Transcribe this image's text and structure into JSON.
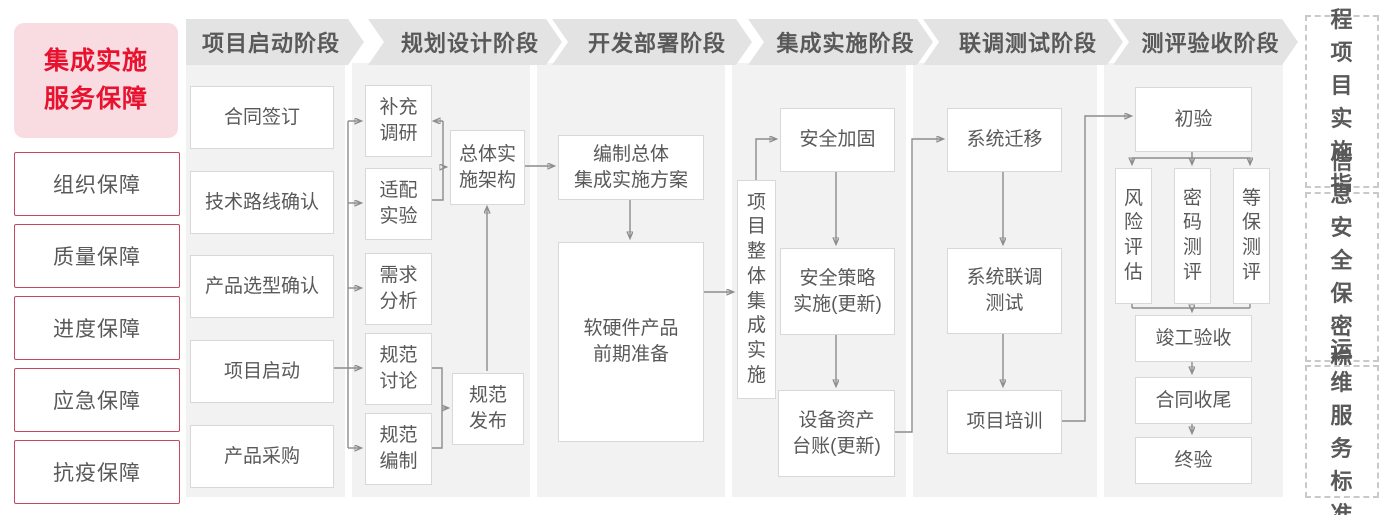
{
  "sidebar_left": {
    "title": "集成实施\n服务保障",
    "items": [
      "组织保障",
      "质量保障",
      "进度保障",
      "应急保障",
      "抗疫保障"
    ]
  },
  "phases": [
    "项目启动阶段",
    "规划设计阶段",
    "开发部署阶段",
    "集成实施阶段",
    "联调测试阶段",
    "测评验收阶段"
  ],
  "flow": {
    "p1": [
      "合同签订",
      "技术路线确认",
      "产品选型确认",
      "项目启动",
      "产品采购"
    ],
    "p2": {
      "side": [
        "补充\n调研",
        "适配\n实验",
        "需求\n分析",
        "规范\n讨论",
        "规范\n编制"
      ],
      "arch": "总体实\n施架构",
      "publish": "规范\n发布"
    },
    "p3": {
      "plan": "编制总体\n集成实施方案",
      "prep": "软硬件产品\n前期准备"
    },
    "p4": {
      "vertical": "项目整体集成实施",
      "items": [
        "安全加固",
        "安全策略\n实施(更新)",
        "设备资产\n台账(更新)"
      ]
    },
    "p5": [
      "系统迁移",
      "系统联调\n测试",
      "项目培训"
    ],
    "p6": {
      "top": "初验",
      "vertical": [
        "风险评估",
        "密码测评",
        "等保测评"
      ],
      "bottom": [
        "竣工验收",
        "合同收尾",
        "终验"
      ]
    }
  },
  "sidebar_right": {
    "items": [
      "工程\n项目\n实施\n指引",
      "信息\n安全\n保密\n标准",
      "运维\n服务\n标准"
    ]
  },
  "colors": {
    "accent_red": "#e8122f",
    "pink_bg": "#f9dce2",
    "red_border": "#c6485f",
    "panel_gray": "#f2f2f2",
    "banner_gray": "#e3e3e3",
    "node_border": "#d8d8d8",
    "line_gray": "#8c8c8c",
    "text_gray": "#595959"
  }
}
